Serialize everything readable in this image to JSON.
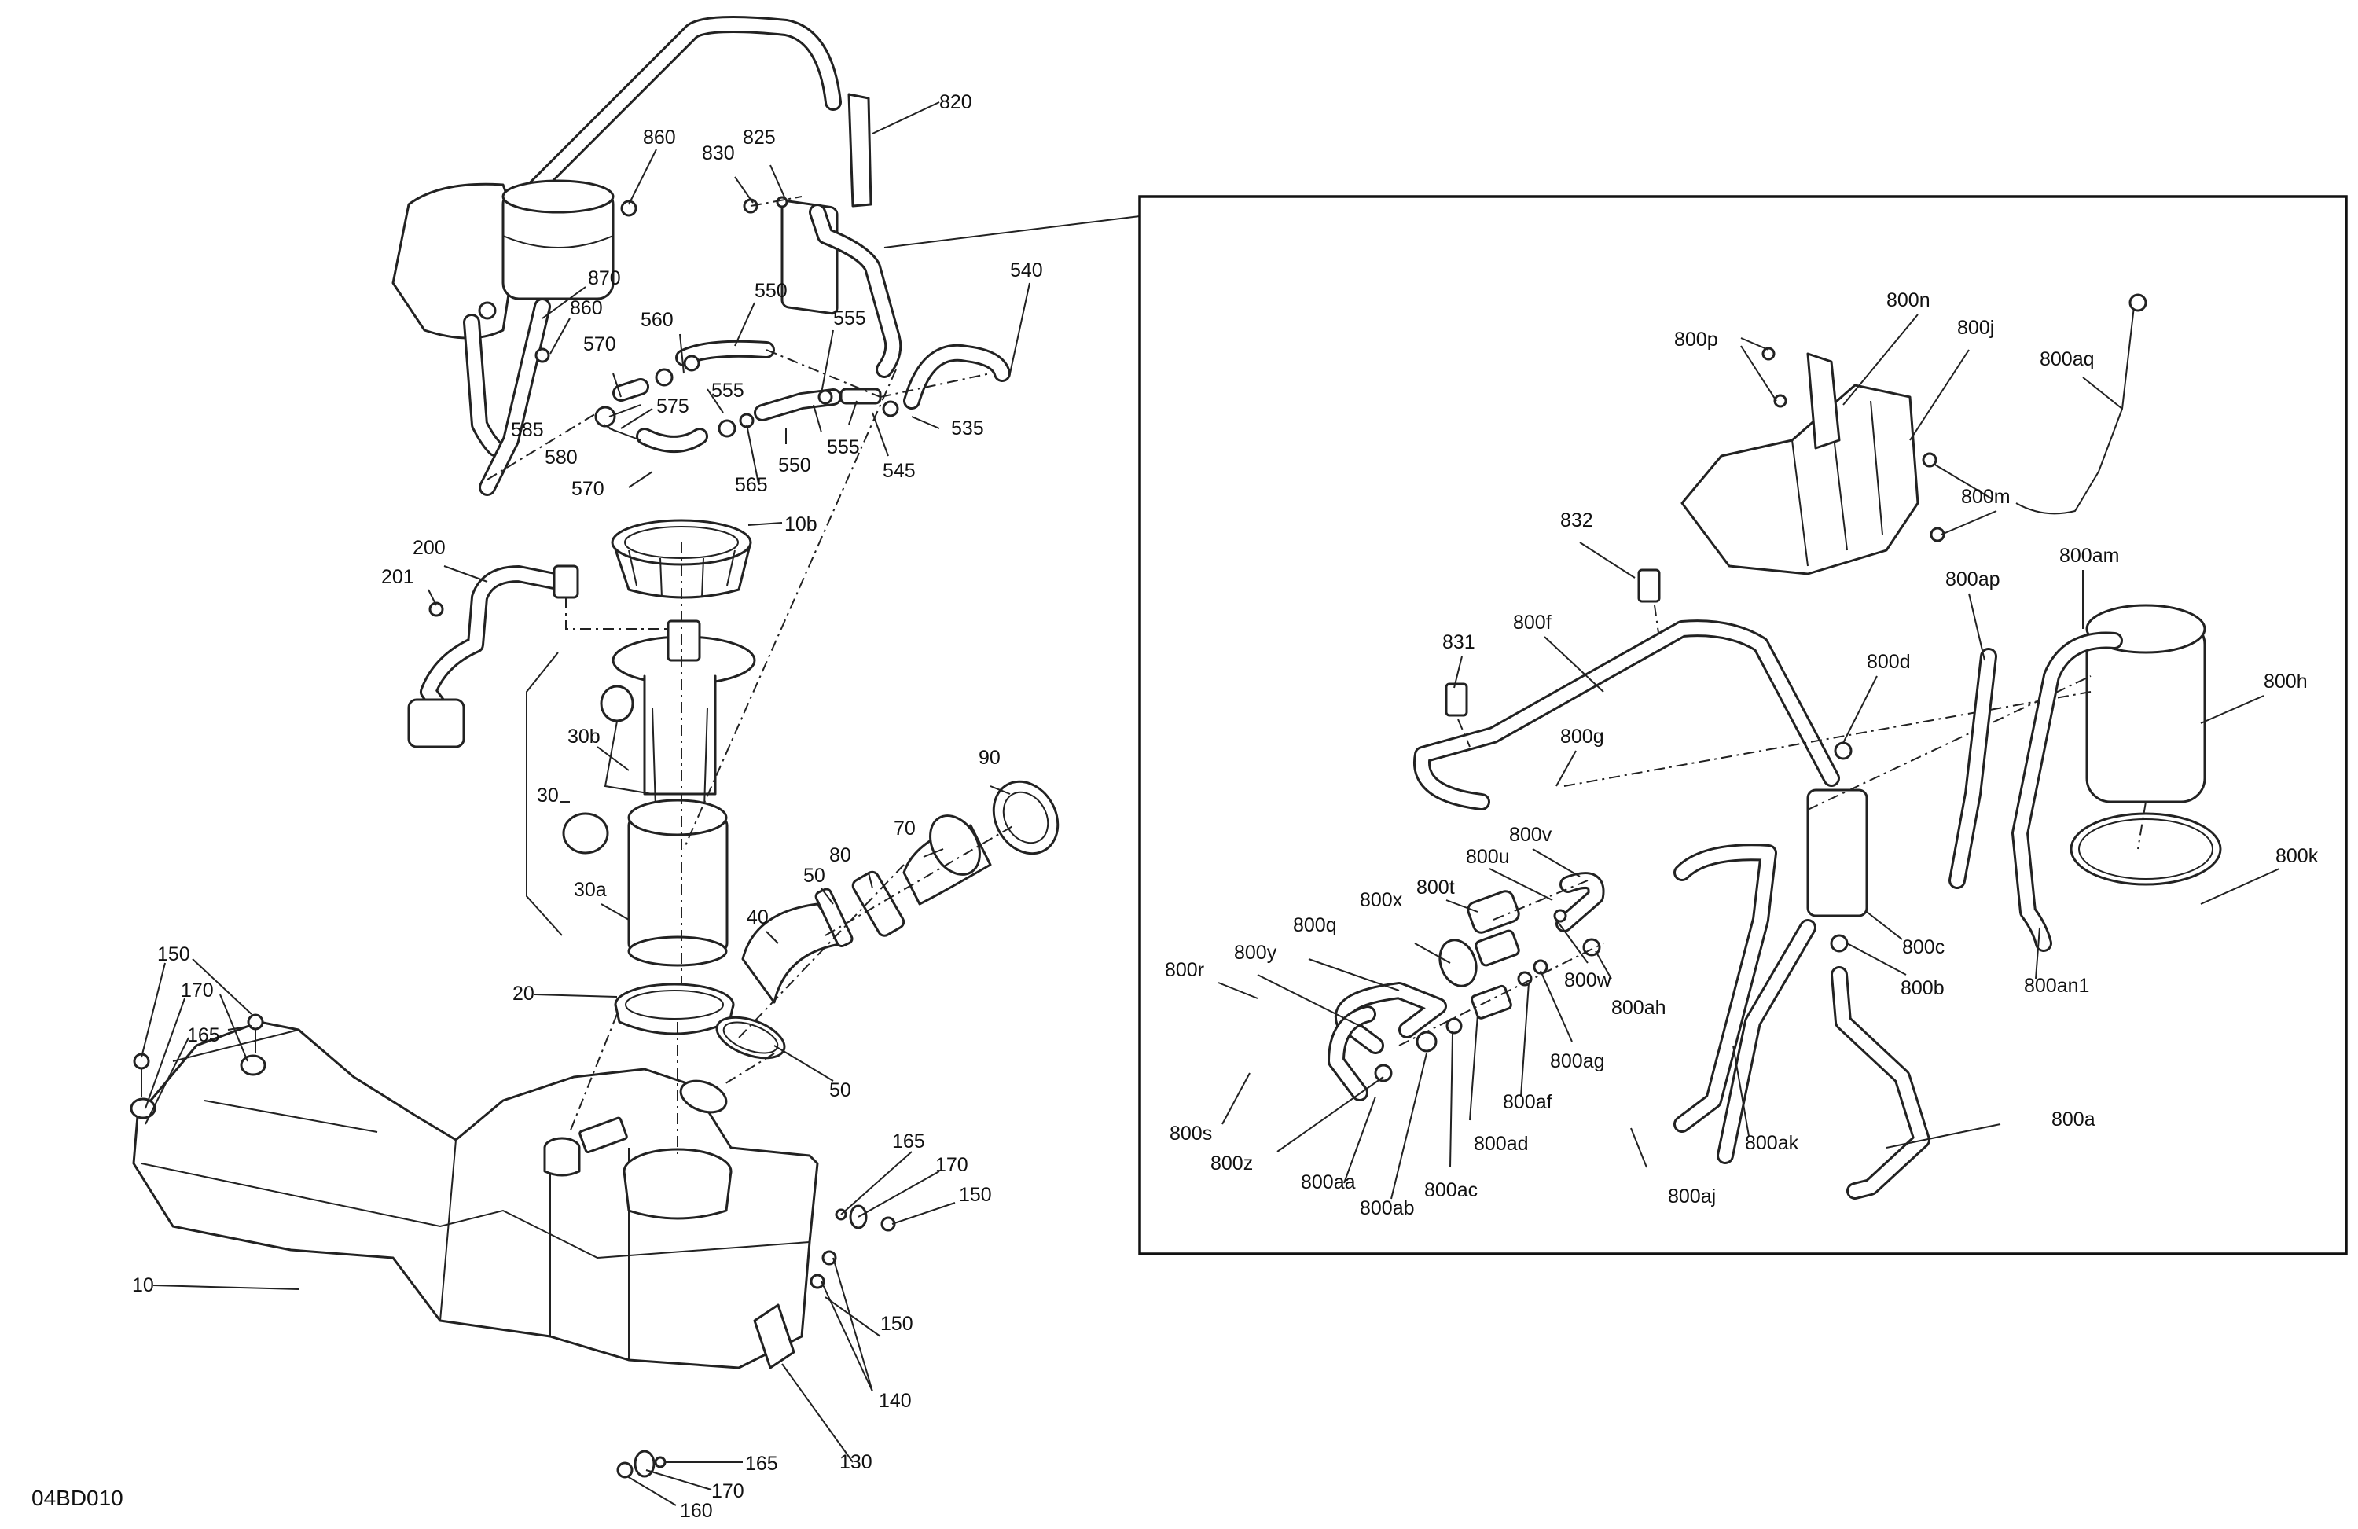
{
  "diagram": {
    "code": "04BD010",
    "main_labels": {
      "l820": "820",
      "l825": "825",
      "l830": "830",
      "l860a": "860",
      "l870": "870",
      "l860b": "860",
      "l540": "540",
      "l550a": "550",
      "l560": "560",
      "l555a": "555",
      "l570a": "570",
      "l555b": "555",
      "l575": "575",
      "l585": "585",
      "l580": "580",
      "l550b": "550",
      "l555c": "555",
      "l535": "535",
      "l545": "545",
      "l565": "565",
      "l570b": "570",
      "l10b": "10b",
      "l200": "200",
      "l201": "201",
      "l30b": "30b",
      "l30": "30",
      "l30a": "30a",
      "l90": "90",
      "l70": "70",
      "l80": "80",
      "l50a": "50",
      "l40": "40",
      "l20": "20",
      "l50b": "50",
      "l150a": "150",
      "l170a": "170",
      "l165a": "165",
      "l10": "10",
      "l165b": "165",
      "l170b": "170",
      "l150b": "150",
      "l150c": "150",
      "l140": "140",
      "l130": "130",
      "l165c": "165",
      "l170c": "170",
      "l160": "160"
    },
    "inset_labels": {
      "l800n": "800n",
      "l800j": "800j",
      "l800p": "800p",
      "l800aq": "800aq",
      "l800m": "800m",
      "l832": "832",
      "l800ap": "800ap",
      "l800am": "800am",
      "l831": "831",
      "l800f": "800f",
      "l800d": "800d",
      "l800h": "800h",
      "l800g": "800g",
      "l800v": "800v",
      "l800u": "800u",
      "l800t": "800t",
      "l800k": "800k",
      "l800x": "800x",
      "l800q": "800q",
      "l800c": "800c",
      "l800r": "800r",
      "l800y": "800y",
      "l800w": "800w",
      "l800ah": "800ah",
      "l800b": "800b",
      "l800an1": "800an1",
      "l800ag": "800ag",
      "l800s": "800s",
      "l800af": "800af",
      "l800z": "800z",
      "l800aa": "800aa",
      "l800ad": "800ad",
      "l800ab": "800ab",
      "l800ac": "800ac",
      "l800aj": "800aj",
      "l800ak": "800ak",
      "l800a": "800a"
    }
  }
}
